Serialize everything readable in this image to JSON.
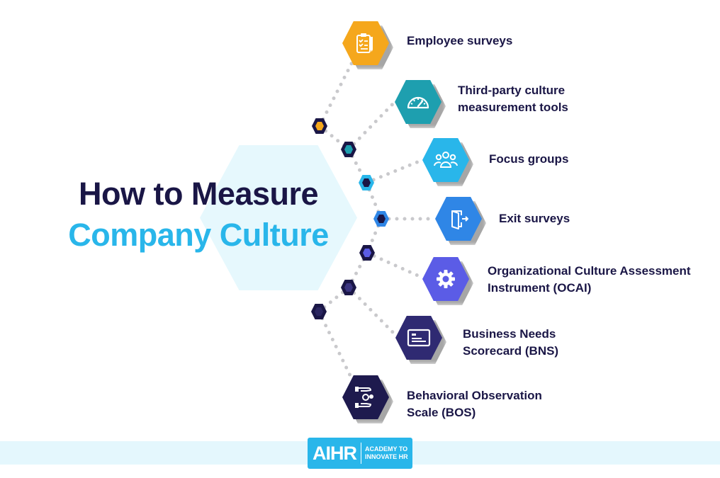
{
  "title": {
    "line1": "How to Measure",
    "line2": "Company Culture",
    "line1_color": "#1a1646",
    "line2_color": "#29b6ea"
  },
  "items": [
    {
      "label": "Employee surveys",
      "icon": "clipboard-checklist-icon",
      "color": "#f5a71c"
    },
    {
      "label": "Third-party culture measurement tools",
      "icon": "speedometer-gauge-icon",
      "color": "#1e9faf"
    },
    {
      "label": "Focus groups",
      "icon": "group-people-icon",
      "color": "#29b6ea"
    },
    {
      "label": "Exit surveys",
      "icon": "exit-door-icon",
      "color": "#2f86e6"
    },
    {
      "label": "Organizational Culture Assessment Instrument (OCAI)",
      "icon": "gear-icon",
      "color": "#5b5ce6"
    },
    {
      "label": "Business Needs Scorecard (BNS)",
      "icon": "scorecard-card-icon",
      "color": "#2f2a72"
    },
    {
      "label": "Behavioral Observation Scale (BOS)",
      "icon": "hands-gears-icon",
      "color": "#1e1a4e"
    }
  ],
  "footer": {
    "logo_main": "AIHR",
    "logo_sub_line1": "ACADEMY TO",
    "logo_sub_line2": "INNOVATE HR",
    "brand_color": "#29b6ea"
  }
}
